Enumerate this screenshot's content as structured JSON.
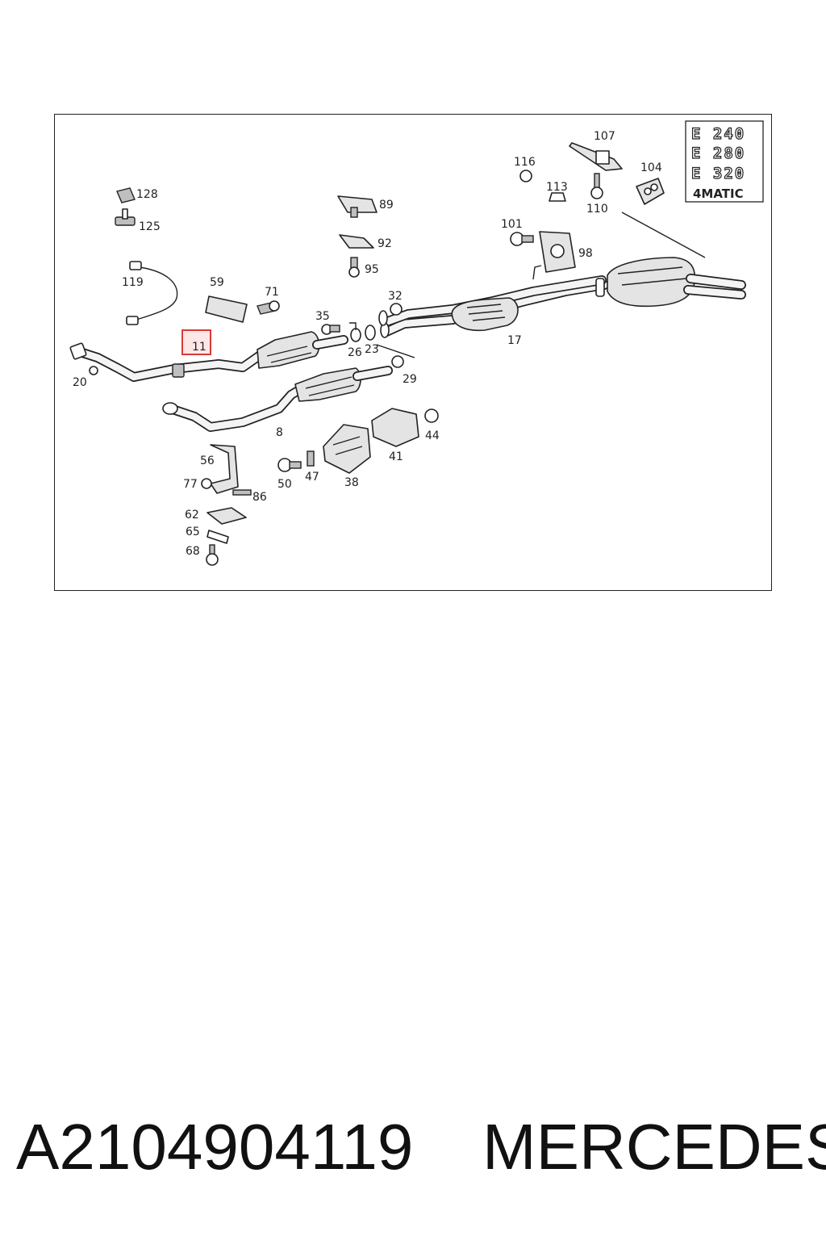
{
  "diagram": {
    "highlighted_callout": "11",
    "badges": [
      "E 240",
      "E 280",
      "E 320",
      "4MATIC"
    ],
    "callouts": {
      "c128": "128",
      "c125": "125",
      "c119": "119",
      "c59": "59",
      "c71": "71",
      "c89": "89",
      "c92": "92",
      "c95": "95",
      "c35": "35",
      "c26": "26",
      "c23": "23",
      "c32": "32",
      "c29": "29",
      "c116": "116",
      "c113": "113",
      "c107": "107",
      "c104": "104",
      "c110": "110",
      "c101": "101",
      "c98": "98",
      "c17": "17",
      "c20": "20",
      "c11": "11",
      "c8": "8",
      "c44": "44",
      "c41": "41",
      "c38": "38",
      "c47": "47",
      "c50": "50",
      "c56": "56",
      "c77": "77",
      "c86": "86",
      "c62": "62",
      "c65": "65",
      "c68": "68"
    }
  },
  "footer": {
    "part_number": "A2104904119",
    "brand": "MERCEDES"
  }
}
